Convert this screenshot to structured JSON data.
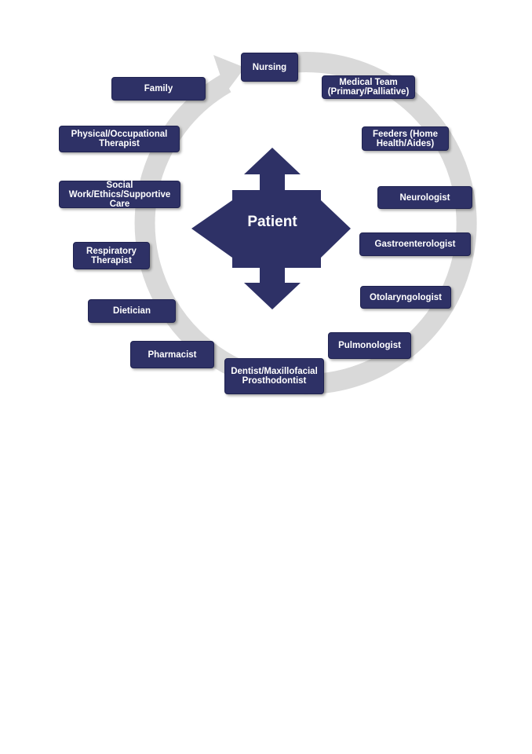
{
  "center": {
    "label": "Patient"
  },
  "nodes": [
    {
      "id": "nursing",
      "label": "Nursing"
    },
    {
      "id": "medical-team",
      "label": "Medical Team\n(Primary/Palliative)"
    },
    {
      "id": "feeders",
      "label": "Feeders (Home\nHealth/Aides)"
    },
    {
      "id": "neurologist",
      "label": "Neurologist"
    },
    {
      "id": "gastroenterologist",
      "label": "Gastroenterologist"
    },
    {
      "id": "otolaryngologist",
      "label": "Otolaryngologist"
    },
    {
      "id": "pulmonologist",
      "label": "Pulmonologist"
    },
    {
      "id": "dentist",
      "label": "Dentist/Maxillofacial\nProsthodontist"
    },
    {
      "id": "pharmacist",
      "label": "Pharmacist"
    },
    {
      "id": "dietician",
      "label": "Dietician"
    },
    {
      "id": "respiratory-therapist",
      "label": "Respiratory\nTherapist"
    },
    {
      "id": "social-work",
      "label": "Social\nWork/Ethics/Supportive\nCare"
    },
    {
      "id": "physical-therapist",
      "label": "Physical/Occupational\nTherapist"
    },
    {
      "id": "family",
      "label": "Family"
    }
  ],
  "colors": {
    "node": "#2e3166",
    "ring": "#d9d9d9",
    "text": "#ffffff"
  }
}
